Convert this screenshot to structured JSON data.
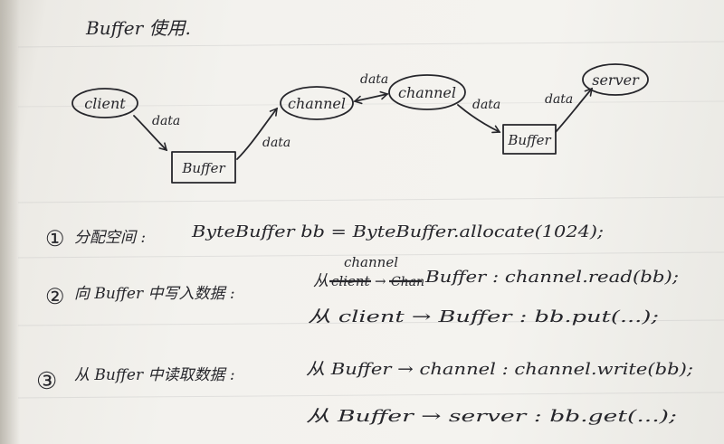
{
  "title": "Buffer 使用.",
  "diagram": {
    "nodes": {
      "client": "client",
      "buffer_left": "Buffer",
      "channel_left": "channel",
      "channel_right": "channel",
      "buffer_right": "Buffer",
      "server": "server"
    },
    "edge_label": "data"
  },
  "steps": [
    {
      "marker": "①",
      "heading": "分配空间 :",
      "lines": [
        {
          "text": "ByteBuffer bb = ByteBuffer.allocate(1024);"
        }
      ]
    },
    {
      "marker": "②",
      "heading": "向 Buffer 中写入数据 :",
      "lines": [
        {
          "prefix": "从",
          "struck": "client",
          "struck_arrow": "→",
          "struck_arrow_text": "Chan",
          "correction": "channel",
          "text": "Buffer :  channel.read(bb);"
        },
        {
          "text": "从 client → Buffer :  bb.put(...);"
        }
      ]
    },
    {
      "marker": "③",
      "heading": "从 Buffer 中读取数据 :",
      "lines": [
        {
          "text": "从 Buffer → channel :  channel.write(bb);"
        },
        {
          "text": "从 Buffer → server :  bb.get(...);"
        }
      ]
    }
  ]
}
